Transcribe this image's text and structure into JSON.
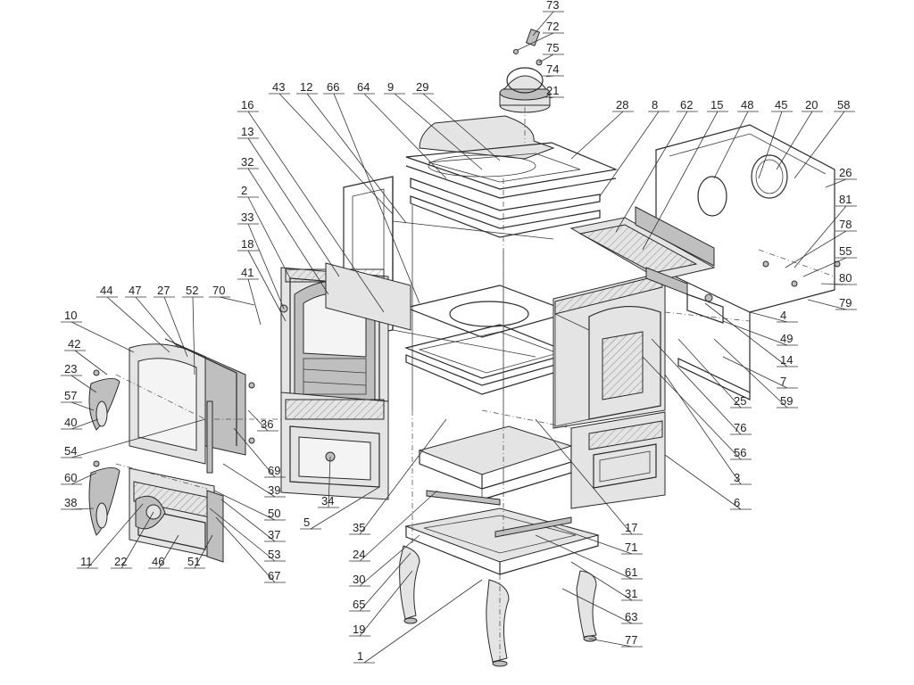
{
  "diagram": {
    "colors": {
      "line": "#2a2a2a",
      "shade": "#bfbfbf",
      "background": "#ffffff"
    },
    "callouts": [
      {
        "id": "73",
        "label": "73"
      },
      {
        "id": "72",
        "label": "72"
      },
      {
        "id": "75",
        "label": "75"
      },
      {
        "id": "74",
        "label": "74"
      },
      {
        "id": "21",
        "label": "21"
      },
      {
        "id": "43",
        "label": "43"
      },
      {
        "id": "12",
        "label": "12"
      },
      {
        "id": "66",
        "label": "66"
      },
      {
        "id": "64",
        "label": "64"
      },
      {
        "id": "9",
        "label": "9"
      },
      {
        "id": "29",
        "label": "29"
      },
      {
        "id": "28",
        "label": "28"
      },
      {
        "id": "8",
        "label": "8"
      },
      {
        "id": "62",
        "label": "62"
      },
      {
        "id": "15",
        "label": "15"
      },
      {
        "id": "48",
        "label": "48"
      },
      {
        "id": "45",
        "label": "45"
      },
      {
        "id": "20",
        "label": "20"
      },
      {
        "id": "58",
        "label": "58"
      },
      {
        "id": "16",
        "label": "16"
      },
      {
        "id": "13",
        "label": "13"
      },
      {
        "id": "32",
        "label": "32"
      },
      {
        "id": "2",
        "label": "2"
      },
      {
        "id": "33",
        "label": "33"
      },
      {
        "id": "18",
        "label": "18"
      },
      {
        "id": "41",
        "label": "41"
      },
      {
        "id": "44",
        "label": "44"
      },
      {
        "id": "47",
        "label": "47"
      },
      {
        "id": "27",
        "label": "27"
      },
      {
        "id": "52",
        "label": "52"
      },
      {
        "id": "70",
        "label": "70"
      },
      {
        "id": "10",
        "label": "10"
      },
      {
        "id": "42",
        "label": "42"
      },
      {
        "id": "23",
        "label": "23"
      },
      {
        "id": "57",
        "label": "57"
      },
      {
        "id": "40",
        "label": "40"
      },
      {
        "id": "54",
        "label": "54"
      },
      {
        "id": "60",
        "label": "60"
      },
      {
        "id": "38",
        "label": "38"
      },
      {
        "id": "11",
        "label": "11"
      },
      {
        "id": "22",
        "label": "22"
      },
      {
        "id": "46",
        "label": "46"
      },
      {
        "id": "51",
        "label": "51"
      },
      {
        "id": "36",
        "label": "36"
      },
      {
        "id": "69",
        "label": "69"
      },
      {
        "id": "39",
        "label": "39"
      },
      {
        "id": "50",
        "label": "50"
      },
      {
        "id": "37",
        "label": "37"
      },
      {
        "id": "53",
        "label": "53"
      },
      {
        "id": "67",
        "label": "67"
      },
      {
        "id": "34",
        "label": "34"
      },
      {
        "id": "5",
        "label": "5"
      },
      {
        "id": "35",
        "label": "35"
      },
      {
        "id": "24",
        "label": "24"
      },
      {
        "id": "30",
        "label": "30"
      },
      {
        "id": "65",
        "label": "65"
      },
      {
        "id": "19",
        "label": "19"
      },
      {
        "id": "1",
        "label": "1"
      },
      {
        "id": "26",
        "label": "26"
      },
      {
        "id": "81",
        "label": "81"
      },
      {
        "id": "78",
        "label": "78"
      },
      {
        "id": "55",
        "label": "55"
      },
      {
        "id": "80",
        "label": "80"
      },
      {
        "id": "79",
        "label": "79"
      },
      {
        "id": "4",
        "label": "4"
      },
      {
        "id": "49",
        "label": "49"
      },
      {
        "id": "14",
        "label": "14"
      },
      {
        "id": "7",
        "label": "7"
      },
      {
        "id": "25",
        "label": "25"
      },
      {
        "id": "59",
        "label": "59"
      },
      {
        "id": "76",
        "label": "76"
      },
      {
        "id": "56",
        "label": "56"
      },
      {
        "id": "3",
        "label": "3"
      },
      {
        "id": "6",
        "label": "6"
      },
      {
        "id": "17",
        "label": "17"
      },
      {
        "id": "71",
        "label": "71"
      },
      {
        "id": "61",
        "label": "61"
      },
      {
        "id": "31",
        "label": "31"
      },
      {
        "id": "63",
        "label": "63"
      },
      {
        "id": "77",
        "label": "77"
      }
    ]
  }
}
